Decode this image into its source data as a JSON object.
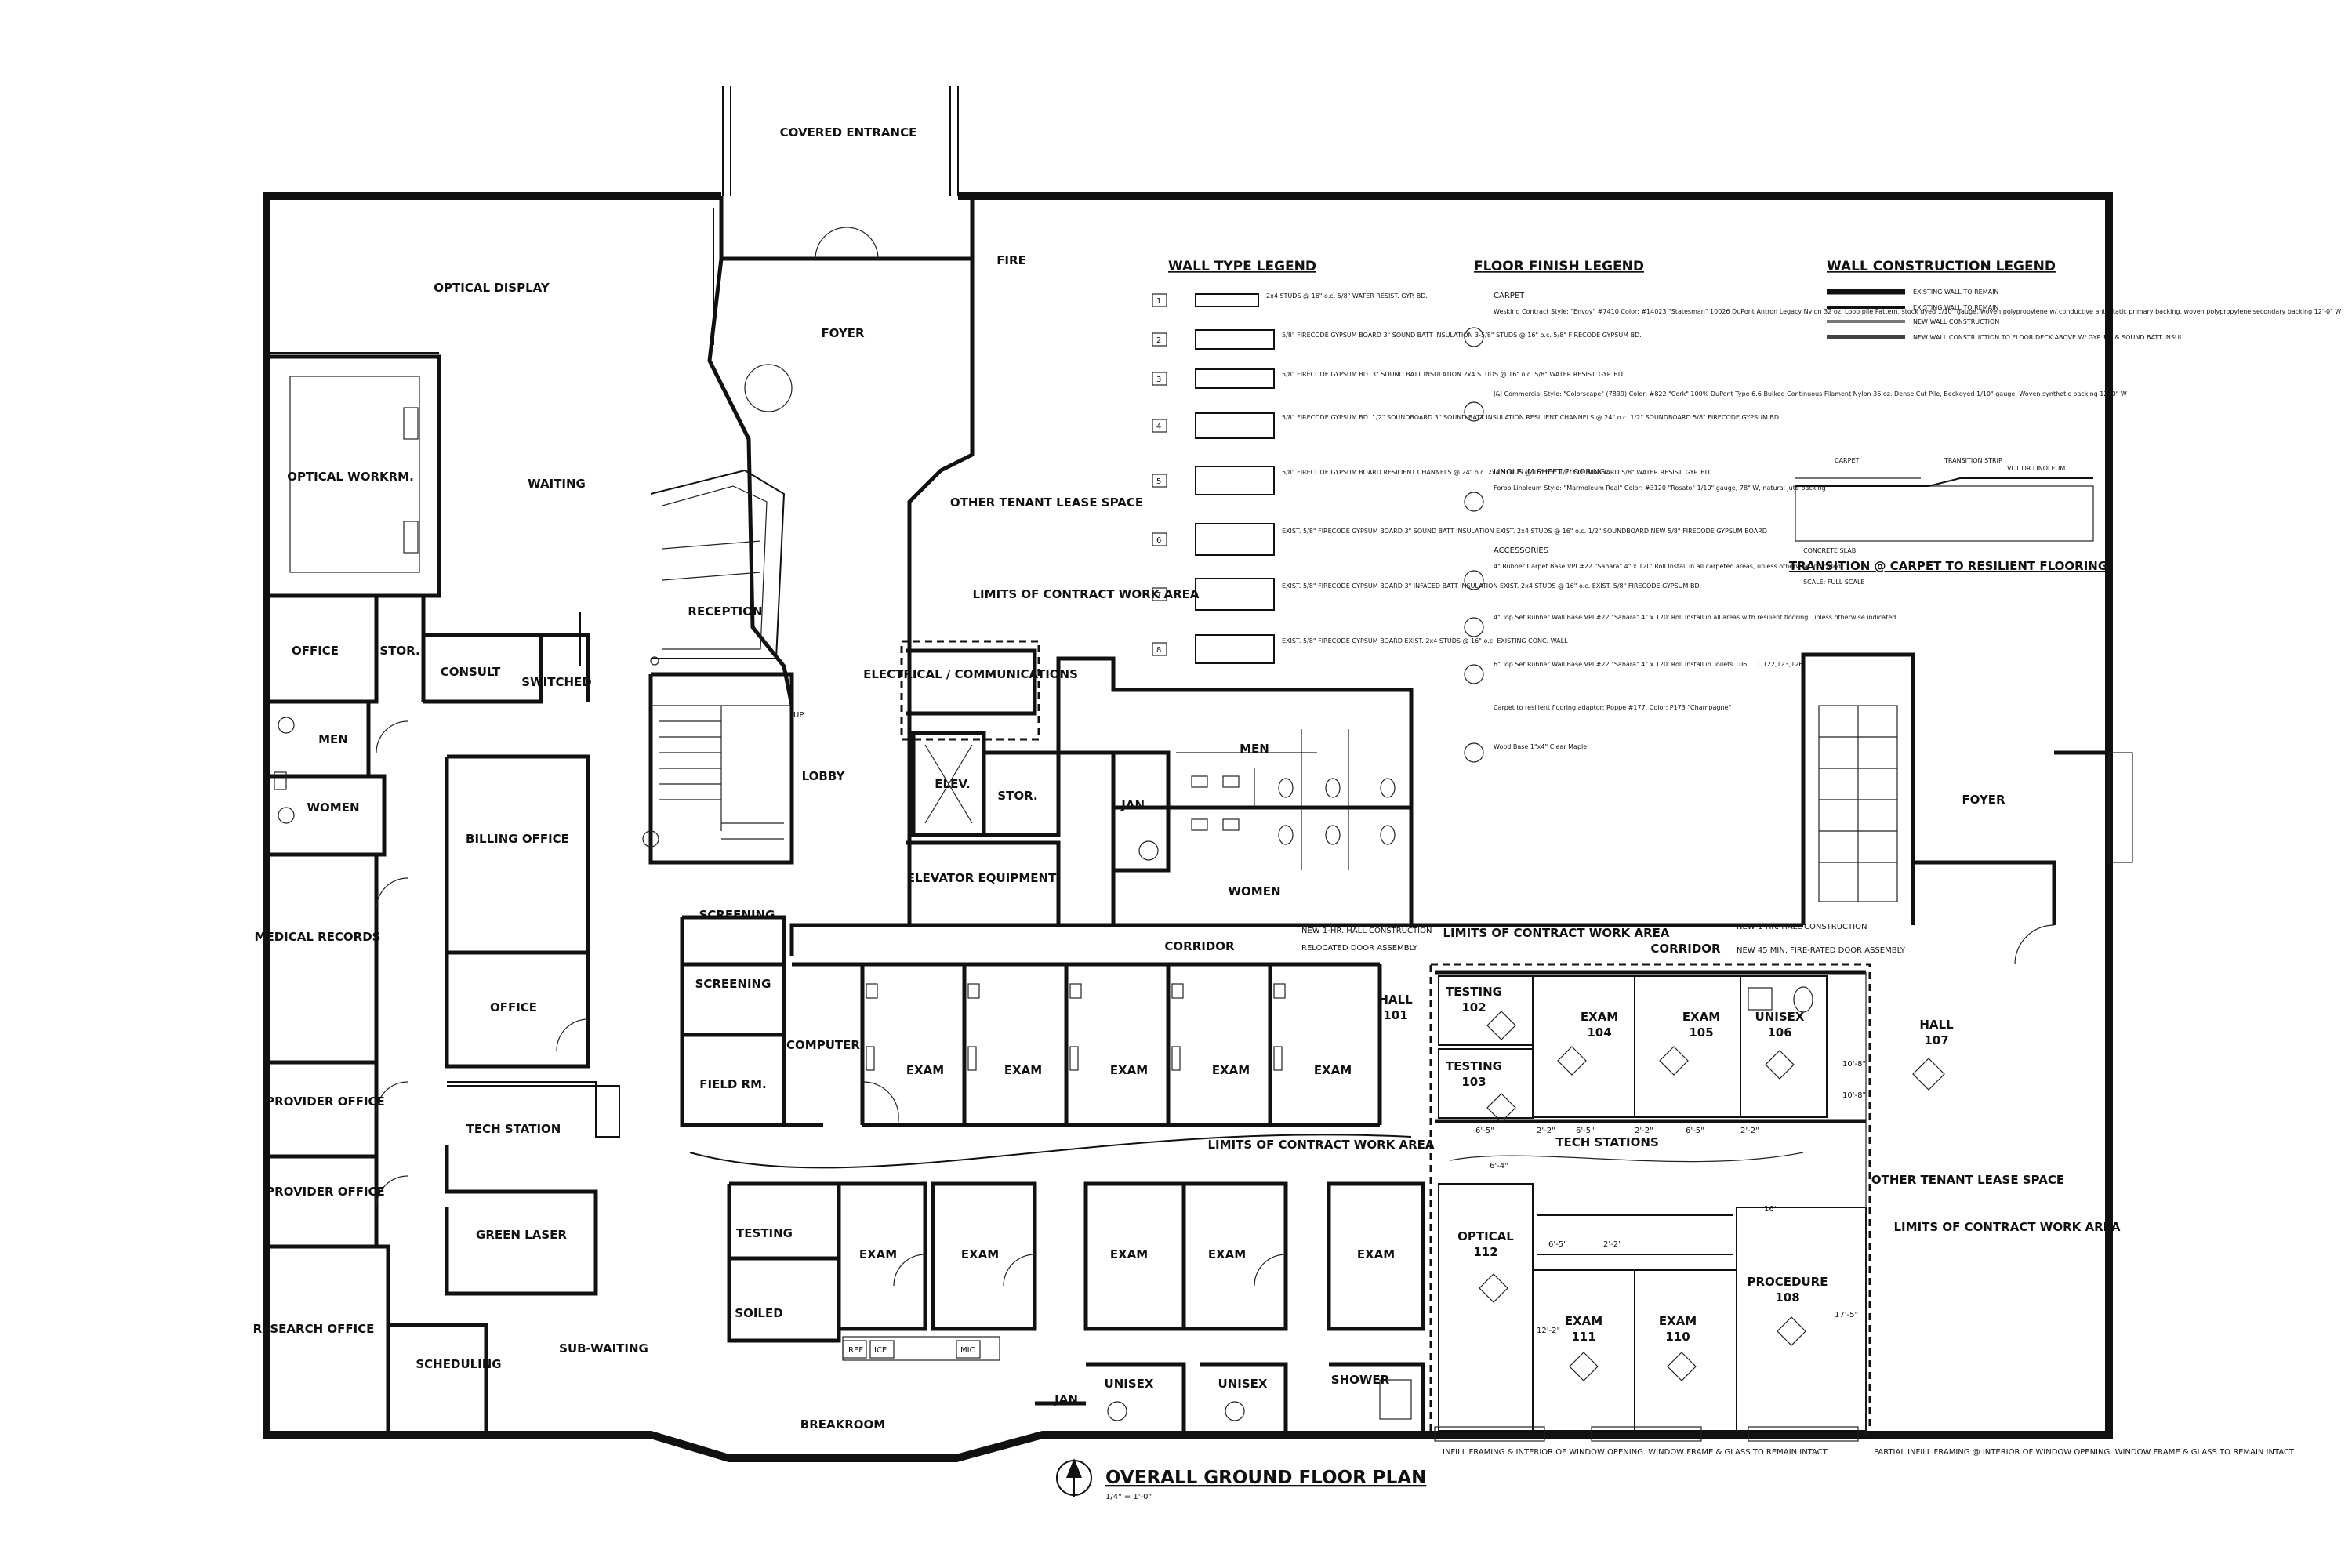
{
  "rooms": {
    "covered_entrance": "COVERED ENTRANCE",
    "fire": "FIRE",
    "optical_display": "OPTICAL DISPLAY",
    "foyer": "FOYER",
    "optical_workroom": "OPTICAL WORKRM.",
    "waiting": "WAITING",
    "other_tenant": "OTHER TENANT LEASE SPACE",
    "limits_contract": "LIMITS OF CONTRACT WORK AREA",
    "reception": "RECEPTION",
    "office": "OFFICE",
    "stor": "STOR.",
    "consult": "CONSULT",
    "switched": "SWITCHED",
    "electrical": "ELECTRICAL / COMMUNICATIONS",
    "men": "MEN",
    "women": "WOMEN",
    "lobby": "LOBBY",
    "elev": "ELEV.",
    "jan": "JAN.",
    "billing_office": "BILLING OFFICE",
    "elevator_equipment": "ELEVATOR EQUIPMENT",
    "medical_records": "MEDICAL RECORDS",
    "screening": "SCREENING",
    "corridor": "CORRIDOR",
    "computer": "COMPUTER",
    "exam": "EXAM",
    "field_rm": "FIELD RM.",
    "provider_office": "PROVIDER OFFICE",
    "tech_station": "TECH STATION",
    "green_laser": "GREEN LASER",
    "testing": "TESTING",
    "soiled": "SOILED",
    "research_office": "RESEARCH OFFICE",
    "scheduling": "SCHEDULING",
    "sub_waiting": "SUB-WAITING",
    "unisex": "UNISEX",
    "shower": "SHOWER",
    "breakroom": "BREAKROOM",
    "hall": "HALL",
    "tech_stations": "TECH STATIONS",
    "optical": "OPTICAL",
    "procedure": "PROCEDURE",
    "jan_short": "JAN",
    "up": "UP"
  },
  "room_numbers": {
    "hall_101": "101",
    "testing_102": "102",
    "testing_103": "103",
    "exam_104": "104",
    "exam_105": "105",
    "unisex_106": "106",
    "hall_107": "107",
    "procedure_108": "108",
    "exam_110": "110",
    "exam_111": "111",
    "optical_112": "112"
  },
  "legends": {
    "wall_type": {
      "title": "WALL TYPE LEGEND",
      "types": [
        "1",
        "2",
        "3",
        "4",
        "5",
        "6",
        "7",
        "8"
      ],
      "notes": [
        "2x4 STUDS @ 16\" o.c. 5/8\" WATER RESIST. GYP. BD.",
        "5/8\" FIRECODE GYPSUM BOARD 3\" SOUND BATT INSULATION 3-5/8\" STUDS @ 16\" o.c. 5/8\" FIRECODE GYPSUM BD.",
        "5/8\" FIRECODE GYPSUM BD. 3\" SOUND BATT INSULATION 2x4 STUDS @ 16\" o.c. 5/8\" WATER RESIST. GYP. BD.",
        "5/8\" FIRECODE GYPSUM BD. 1/2\" SOUNDBOARD 3\" SOUND BATT INSULATION RESILIENT CHANNELS @ 24\" o.c. 1/2\" SOUNDBOARD 5/8\" FIRECODE GYPSUM BD.",
        "5/8\" FIRECODE GYPSUM BOARD RESILIENT CHANNELS @ 24\" o.c. 2x4 STUDS @ 16\" o.c. 1/2\" SOUNDBOARD 5/8\" WATER RESIST. GYP. BD.",
        "EXIST. 5/8\" FIRECODE GYPSUM BOARD 3\" SOUND BATT INSULATION EXIST. 2x4 STUDS @ 16\" o.c. 1/2\" SOUNDBOARD NEW 5/8\" FIRECODE GYPSUM BOARD",
        "EXIST. 5/8\" FIRECODE GYPSUM BOARD 3\" INFACED BATT INSULATION EXIST. 2x4 STUDS @ 16\" o.c. EXIST. 5/8\" FIRECODE GYPSUM BD.",
        "EXIST. 5/8\" FIRECODE GYPSUM BOARD EXIST. 2x4 STUDS @ 16\" o.c. EXISTING CONC. WALL"
      ]
    },
    "floor_finish": {
      "title": "FLOOR FINISH LEGEND",
      "headings": [
        "CARPET",
        "LINOLEUM SHEET FLOORING",
        "ACCESSORIES"
      ],
      "notes": [
        "Weskind Contract Style: \"Envoy\" #7410 Color: #14023 \"Statesman\" 10026 DuPont Antron Legacy Nylon 32 oz. Loop pile Pattern, stock dyed 1/10\" gauge, woven polypropylene w/ conductive anti-static primary backing, woven polypropylene secondary backing 12'-0\" W",
        "J&J Commercial Style: \"Colorscape\" (7839) Color: #822 \"Cork\" 100% DuPont Type 6.6 Bulked Continuous Filament Nylon 36 oz. Dense Cut Pile, Beckdyed 1/10\" gauge, Woven synthetic backing 12'-0\" W",
        "Forbo Linoleum Style: \"Marmoleum Real\" Color: #3120 \"Rosato\" 1/10\" gauge, 78\" W, natural jute backing",
        "4\" Rubber Carpet Base VPI #22 \"Sahara\" 4\" x 120' Roll Install in all carpeted areas, unless otherwise indicated",
        "4\" Top Set Rubber Wall Base VPI #22 \"Sahara\" 4\" x 120' Roll Install in all areas with resilient flooring, unless otherwise indicated",
        "6\" Top Set Rubber Wall Base VPI #22 \"Sahara\" 4\" x 120' Roll Install in Toilets 106,111,122,123,126",
        "Carpet to resilient flooring adaptor: Roppe #177, Color: P173 \"Champagne\"",
        "Wood Base 1\"x4\" Clear Maple"
      ]
    },
    "wall_construction": {
      "title": "WALL CONSTRUCTION LEGEND",
      "items": [
        "EXISTING WALL TO REMAIN",
        "EXISTING WALL TO REMAIN",
        "NEW WALL CONSTRUCTION",
        "NEW WALL CONSTRUCTION TO FLOOR DECK ABOVE W/ GYP. BD & SOUND BATT INSUL."
      ]
    },
    "transition": {
      "title": "TRANSITION @ CARPET TO RESILIENT FLOORING",
      "scale": "SCALE: FULL SCALE",
      "labels": [
        "CARPET",
        "TRANSITION STRIP",
        "VCT OR LINOLEUM",
        "CONCRETE SLAB"
      ]
    }
  },
  "annotations": {
    "new_hall": "NEW 1-HR. HALL CONSTRUCTION",
    "relocated_door": "RELOCATED DOOR ASSEMBLY",
    "new_wall_right": "NEW 1-HR. HALL CONSTRUCTION",
    "fire_rated_door": "NEW 45 MIN. FIRE-RATED DOOR ASSEMBLY",
    "infill_left": "INFILL FRAMING & INTERIOR OF WINDOW OPENING. WINDOW FRAME & GLASS TO REMAIN INTACT",
    "infill_right": "PARTIAL INFILL FRAMING @ INTERIOR OF WINDOW OPENING. WINDOW FRAME & GLASS TO REMAIN INTACT",
    "appliances": [
      "REF",
      "ICE",
      "MIC"
    ],
    "dims": [
      "6'-5\"",
      "2'-2\"",
      "6'-5\"",
      "2'-2\"",
      "6'-5\"",
      "2'-2\"",
      "6'-4\"",
      "6'-5\"",
      "2'-2\"",
      "12'-2\"",
      "17'-5\"",
      "10'-8\"",
      "10'-8\"",
      "16'"
    ]
  },
  "title_block": {
    "title": "OVERALL GROUND FLOOR PLAN",
    "scale": "1/4\" = 1'-0\""
  }
}
